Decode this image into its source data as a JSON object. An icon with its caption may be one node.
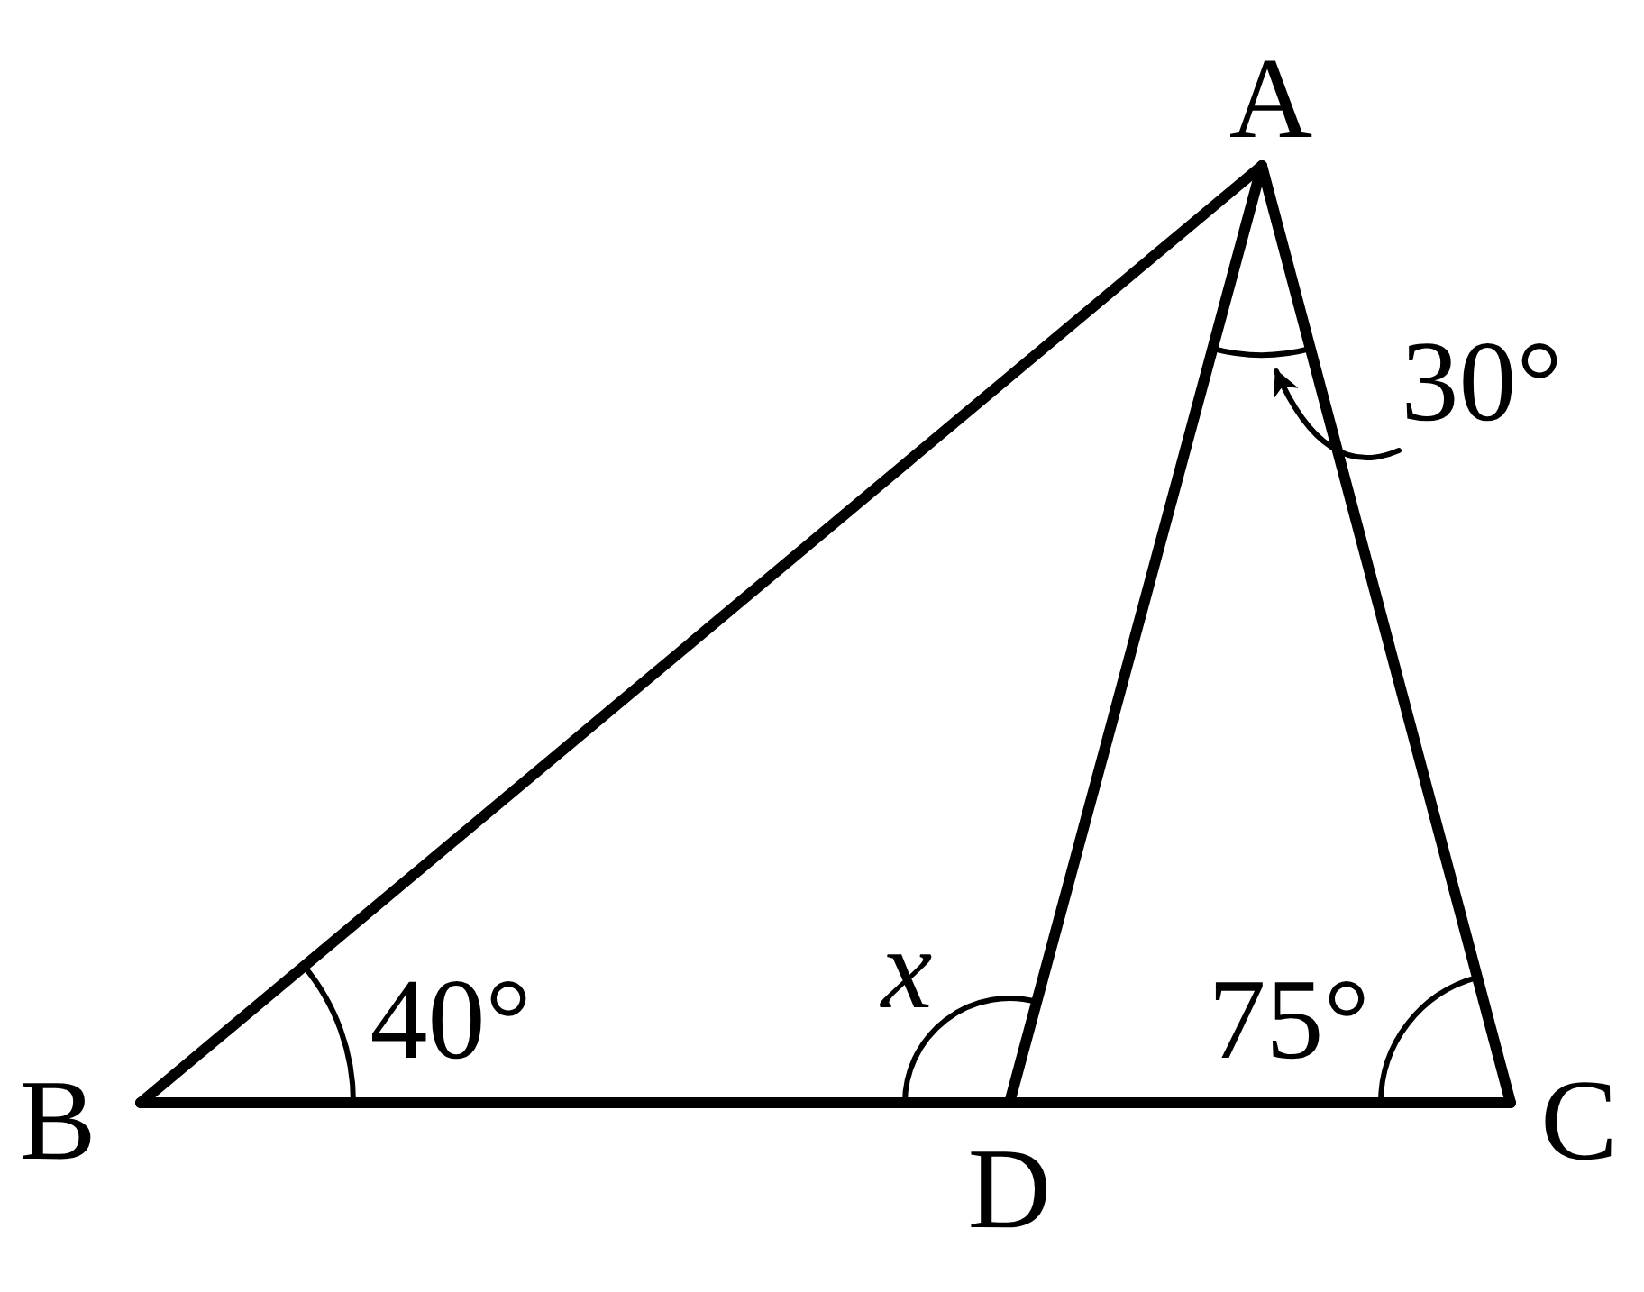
{
  "diagram": {
    "nodes": [
      {
        "text": [
          "A"
        ]
      },
      {
        "text": [
          "B"
        ]
      },
      {
        "text": [
          "C"
        ]
      },
      {
        "text": [
          "D"
        ]
      },
      {
        "text": [
          "30°"
        ]
      },
      {
        "text": [],
        "shape": "arc"
      }
    ],
    "edges": [
      {
        "from": 0,
        "to": 1,
        "arrow": "none"
      },
      {
        "from": 0,
        "to": 2,
        "arrow": "none"
      },
      {
        "from": 0,
        "to": 3,
        "arrow": "none"
      },
      {
        "from": 1,
        "to": 3,
        "arrow": "none"
      },
      {
        "from": 3,
        "to": 2,
        "arrow": "none"
      },
      {
        "from": 4,
        "to": 5,
        "arrow": "to"
      }
    ],
    "labels": [
      "40°",
      "x",
      "75°"
    ]
  }
}
